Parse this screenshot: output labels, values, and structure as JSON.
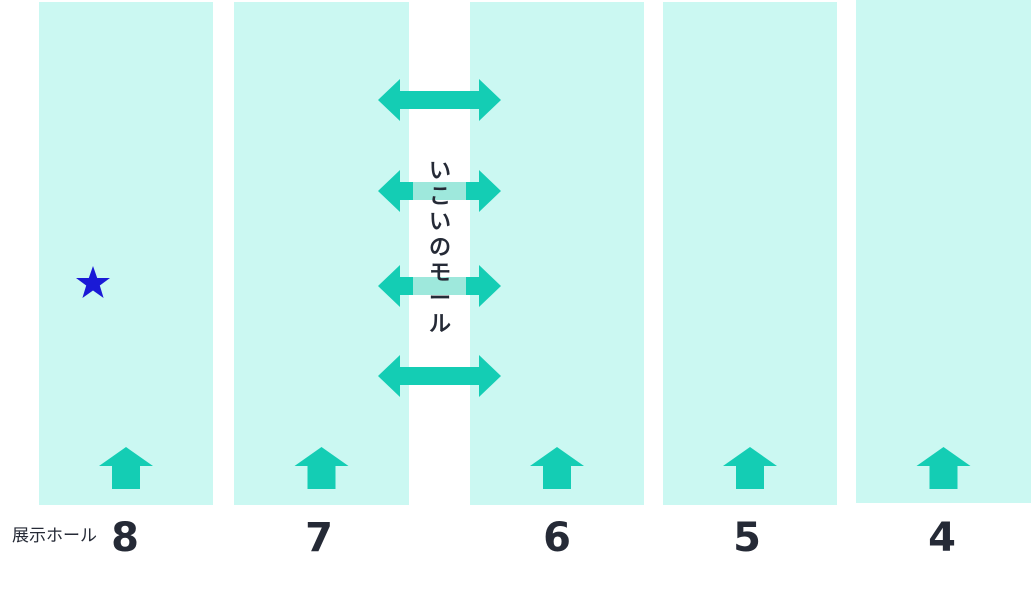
{
  "colors": {
    "hall": "#cbf8f2",
    "arrow": "#14cdb4",
    "arrow_light": "#9ee8dc",
    "star": "#1a1ad6",
    "text": "#252a36"
  },
  "hall_label_prefix": "展示ホール",
  "halls": [
    {
      "number": "8",
      "has_current_location": true
    },
    {
      "number": "7"
    },
    {
      "number": "6"
    },
    {
      "number": "5"
    },
    {
      "number": "4"
    }
  ],
  "mall": {
    "name": "いこいのモール",
    "chars": [
      "い",
      "こ",
      "い",
      "の",
      "モ",
      "ー",
      "ル"
    ]
  },
  "icons": {
    "entrance": "up-arrow-icon",
    "passage": "double-arrow-icon",
    "current_location": "star-icon"
  }
}
